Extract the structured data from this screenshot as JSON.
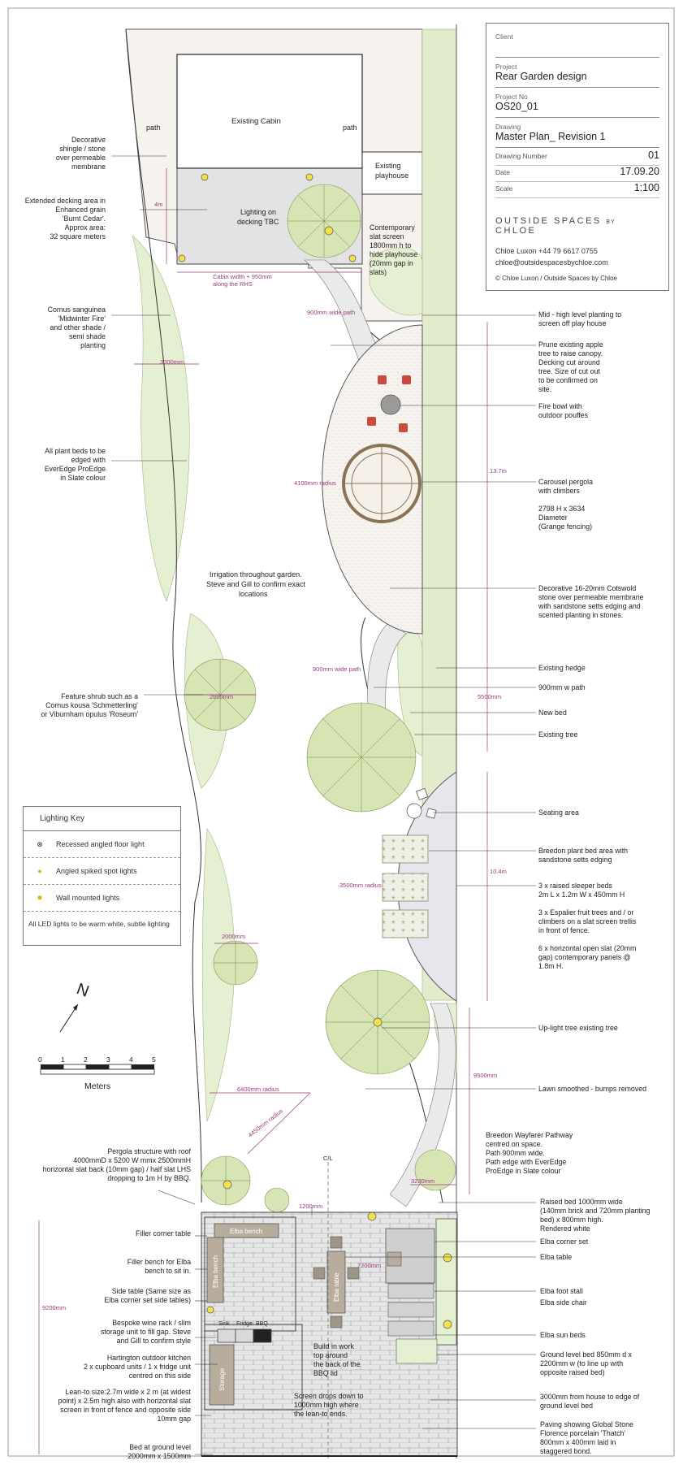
{
  "title_block": {
    "client_label": "Client",
    "client_value": "",
    "project_label": "Project",
    "project_value": "Rear Garden design",
    "project_no_label": "Project No",
    "project_no_value": "OS20_01",
    "drawing_label": "Drawing",
    "drawing_value": "Master Plan_ Revision 1",
    "drawing_number_label": "Drawing Number",
    "drawing_number_value": "01",
    "date_label": "Date",
    "date_value": "17.09.20",
    "scale_label": "Scale",
    "scale_value": "1:100",
    "brand_main": "OUTSIDE SPACES",
    "brand_by": "BY",
    "brand_name": "CHLOE",
    "contact_name": "Chloe Luxon  +44 79 6617 0755",
    "contact_email": "chloe@outsidespacesbychloe.com",
    "copyright": "© Chloe Luxon / Outside Spaces by Chloe"
  },
  "lighting_key": {
    "title": "Lighting Key",
    "items": [
      "Recessed angled floor light",
      "Angled spiked spot lights",
      "Wall mounted lights"
    ],
    "note": "All LED lights to be warm white, subtle lighting"
  },
  "north_label": "N",
  "scale_bar": {
    "ticks": [
      "0",
      "1",
      "2",
      "3",
      "4",
      "5"
    ],
    "unit": "Meters"
  },
  "plan_labels": {
    "cabin": "Existing Cabin",
    "playhouse": [
      "Existing",
      "playhouse"
    ],
    "path_left": "path",
    "path_right": "path",
    "decking_lighting": [
      "Lighting on",
      "decking TBC"
    ],
    "irrigation": [
      "Irrigation throughout garden.",
      "Steve and Gill to confirm exact",
      "locations"
    ],
    "elba_bench_top": "Elba bench",
    "elba_bench_side": "Elba bench",
    "elba_table": "Elba table",
    "storage": "Storage",
    "sink": "Sink",
    "fridge": "Fridge",
    "bbq": "BBQ",
    "cl": "C/L"
  },
  "dimensions": {
    "d4m": "4m",
    "cabin_width": [
      "Cabin width + 950mm",
      "along the RHS"
    ],
    "path900a": "900mm wide path",
    "d3000": "3000mm",
    "r4100": "4100mm radius",
    "d137": "13.7m",
    "path900b": "900mm wide path",
    "d2800": "2800mm",
    "d5500": "5500mm",
    "r3500": "3500mm radius",
    "d104": "10.4m",
    "d2000": "2000mm",
    "r6400": "6400mm radius",
    "r4450": "4450mm radius",
    "d9500": "9500mm",
    "d3230": "3230mm",
    "d1200": "1200mm",
    "d7200": "7200mm",
    "d9200": "9200mm"
  },
  "left_notes": [
    [
      "Decorative",
      "shingle / stone",
      "over permeable",
      "membrane"
    ],
    [
      "Extended decking area in",
      "Enhanced grain",
      "'Burnt Cedar'.",
      "Approx area:",
      "32 square meters"
    ],
    [
      "Cornus sanguinea",
      "'Midwinter Fire'",
      "and other shade /",
      "semi shade",
      "planting"
    ],
    [
      "All plant beds to be",
      "edged with",
      "EverEdge ProEdge",
      "in Slate colour"
    ],
    [
      "Feature shrub such as a",
      "Cornus kousa 'Schmetterling'",
      "or Viburnham opulus 'Roseum'"
    ],
    [
      "Pergola structure with roof",
      "4000mmD x 5200 W mmx 2500mmH",
      "horizontal slat back (10mm gap) / half slat LHS",
      "dropping to 1m H by BBQ."
    ],
    [
      "Filler corner table"
    ],
    [
      "Filler bench for Elba",
      "bench to sit in."
    ],
    [
      "Side table (Same size as",
      "Elba corner set side tables)"
    ],
    [
      "Bespoke wine rack / slim",
      "storage unit to fill gap. Steve",
      "and Gill to confirm style"
    ],
    [
      "Hartington outdoor kitchen",
      "2 x cupboard units / 1 x fridge unit",
      "centred on this side"
    ],
    [
      "Lean-to size:2.7m wide x 2 m (at widest",
      "point) x 2.5m high also with horizontal slat",
      "screen in front of fence and opposite side",
      "10mm gap"
    ],
    [
      "Bed at ground level",
      "2000mm x 1500mm"
    ]
  ],
  "center_notes": [
    [
      "Contemporary",
      "slat screen",
      "1800mm h to",
      "hide playhouse",
      "(20mm gap in",
      "slats)"
    ],
    [
      "Build in work",
      "top around",
      "the back of the",
      "BBQ lid"
    ],
    [
      "Screen drops down to",
      "1000mm high where",
      "the lean-to ends."
    ],
    [
      "Breedon Wayfarer Pathway",
      "centred on space.",
      "Path 900mm wide.",
      "Path edge with EverEdge",
      "ProEdge in Slate colour"
    ]
  ],
  "right_notes": [
    [
      "Mid - high level planting to",
      "screen off play house"
    ],
    [
      "Prune existing apple",
      "tree to raise canopy.",
      "Decking cut around",
      "tree. Size of cut out",
      "to be confirmed on",
      "site."
    ],
    [
      "Fire bowl with",
      "outdoor pouffes"
    ],
    [
      "Carousel pergola",
      "with climbers",
      "",
      "2798 H x 3634",
      "Diameter",
      "(Grange fencing)"
    ],
    [
      "Decorative 16-20mm Cotswold",
      "stone over permeable membrane",
      "with sandstone setts edging and",
      "scented planting in stones."
    ],
    [
      "Existing hedge"
    ],
    [
      "900mm w path"
    ],
    [
      "New bed"
    ],
    [
      "Existing tree"
    ],
    [
      "Seating area"
    ],
    [
      "Breedon plant bed area with",
      "sandstone setts edging"
    ],
    [
      "3 x raised sleeper beds",
      "2m L x 1.2m W x 450mm H",
      "",
      "3 x Espalier fruit trees and / or",
      "climbers on a slat screen trellis",
      "in front of fence.",
      "",
      "6 x horizontal open slat (20mm",
      "gap) contemporary panels @",
      "1.8m H."
    ],
    [
      "Up-light tree existing tree"
    ],
    [
      "Lawn smoothed - bumps removed"
    ],
    [
      "Raised bed 1000mm wide",
      "(140mm brick and 720mm planting",
      "bed) x 800mm high.",
      "Rendered white"
    ],
    [
      "Elba corner set"
    ],
    [
      "Elba table"
    ],
    [
      "Elba foot stall",
      "Elba side chair"
    ],
    [
      "Elba sun beds"
    ],
    [
      "Ground level bed 850mm d x",
      "2200mm w (to line up with",
      "opposite raised bed)"
    ],
    [
      "3000mm from house to edge of",
      "ground level bed"
    ],
    [
      "Paving showing Global Stone",
      "Florence porcelain 'Thatch'",
      "800mm x 400mm laid in",
      "staggered bond."
    ]
  ]
}
